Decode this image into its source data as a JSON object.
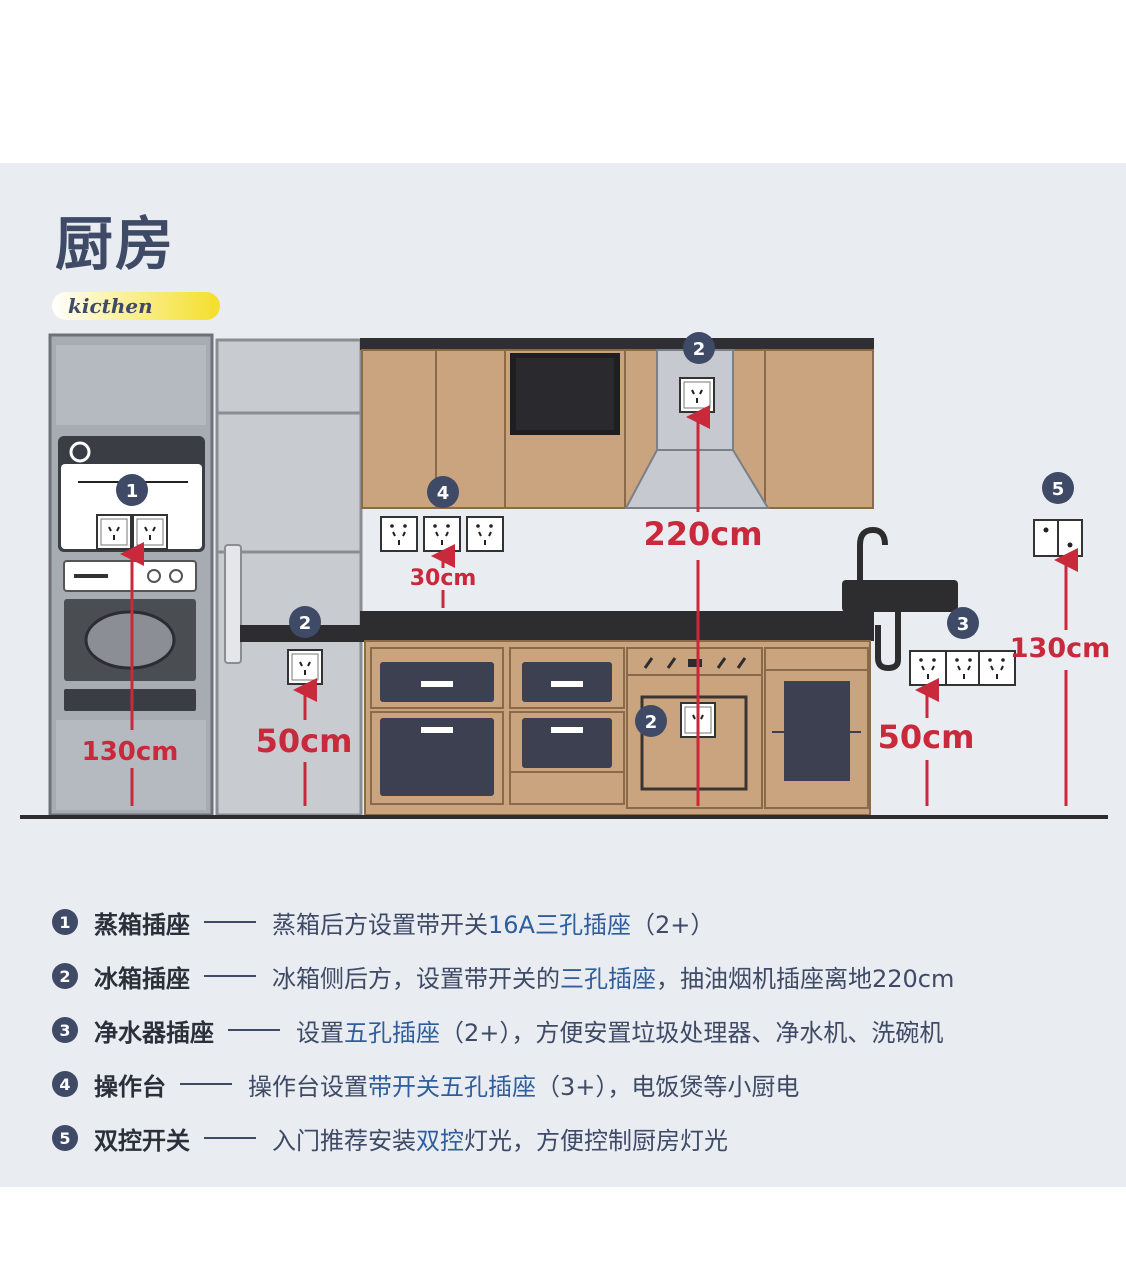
{
  "title": "厨房",
  "subtitle": "kicthen",
  "diagram": {
    "markers": {
      "m1": "1",
      "m2": "2",
      "m3": "3",
      "m4": "4",
      "m5": "5"
    },
    "heights": {
      "steamer": "130cm",
      "fridge": "50cm",
      "hood": "220cm",
      "counter": "30cm",
      "sink": "50cm",
      "switch": "130cm"
    }
  },
  "legend": [
    {
      "num": "1",
      "name": "蒸箱插座",
      "desc_a": "蒸箱后方设置带开关",
      "desc_hl": "16A三孔插座",
      "desc_b": "（2+）"
    },
    {
      "num": "2",
      "name": "冰箱插座",
      "desc_a": "冰箱侧后方，设置带开关的",
      "desc_hl": "三孔插座",
      "desc_b": "，抽油烟机插座离地220cm"
    },
    {
      "num": "3",
      "name": "净水器插座",
      "desc_a": "设置",
      "desc_hl": "五孔插座",
      "desc_b": "（2+），方便安置垃圾处理器、净水机、洗碗机"
    },
    {
      "num": "4",
      "name": "操作台",
      "desc_a": "操作台设置",
      "desc_hl": "带开关五孔插座",
      "desc_b": "（3+），电饭煲等小厨电"
    },
    {
      "num": "5",
      "name": "双控开关",
      "desc_a": "入门推荐安装",
      "desc_hl": "双控",
      "desc_b": "灯光，方便控制厨房灯光"
    }
  ],
  "colors": {
    "accent": "#3e4a66",
    "measure": "#c8293b",
    "cabinet": "#c9a47e",
    "panel": "#e9ecf1"
  }
}
